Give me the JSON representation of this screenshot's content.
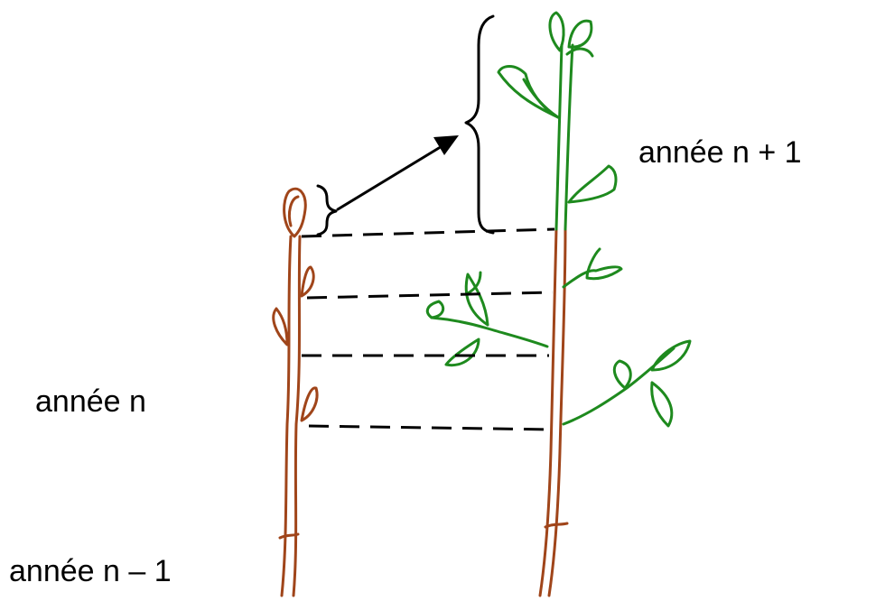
{
  "labels": {
    "year_next": "année n + 1",
    "year_current": "année n",
    "year_previous": "année n – 1"
  },
  "colors": {
    "wood": "#a0451a",
    "leaf": "#1e8a1e",
    "ink": "#000000"
  }
}
